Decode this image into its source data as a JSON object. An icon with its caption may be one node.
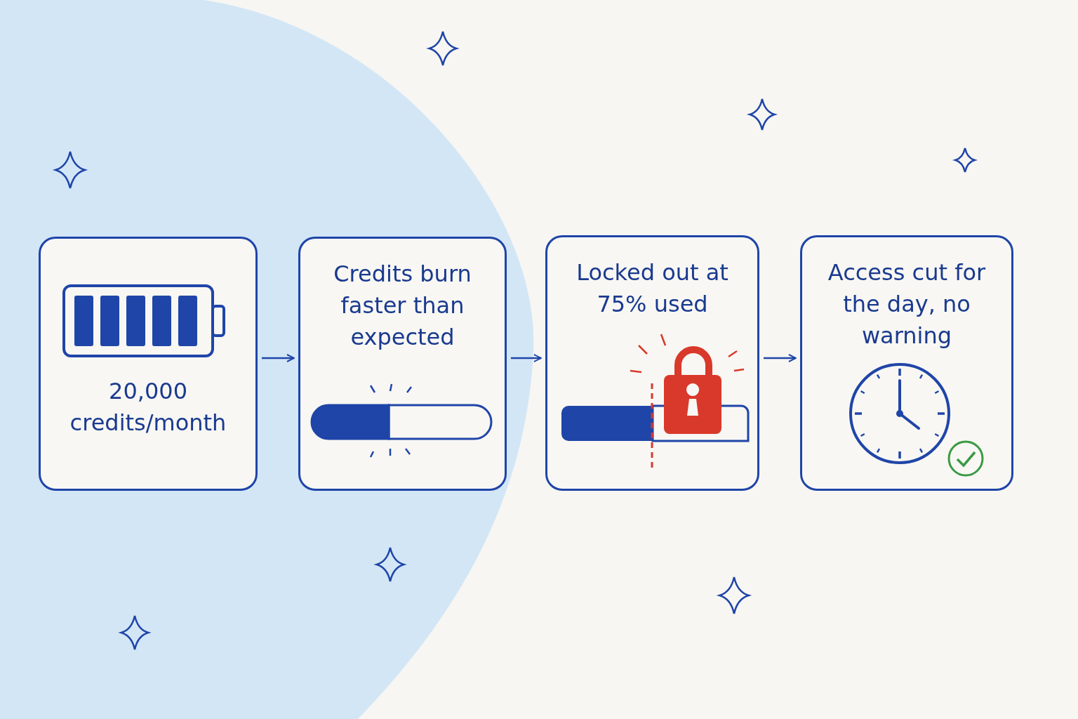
{
  "diagram": {
    "nodes": [
      {
        "text": [
          "20,000 credits/month"
        ]
      },
      {
        "text": [
          "Credits burn faster than expected"
        ]
      },
      {
        "text": [
          "Locked out at 75% used"
        ]
      },
      {
        "text": [
          "Access cut for the day, no warning"
        ]
      }
    ],
    "edges": [
      {
        "from": 0,
        "to": 1,
        "arrow": "to"
      },
      {
        "from": 1,
        "to": 2,
        "arrow": "to"
      },
      {
        "from": 2,
        "to": 3,
        "arrow": "to"
      }
    ]
  }
}
